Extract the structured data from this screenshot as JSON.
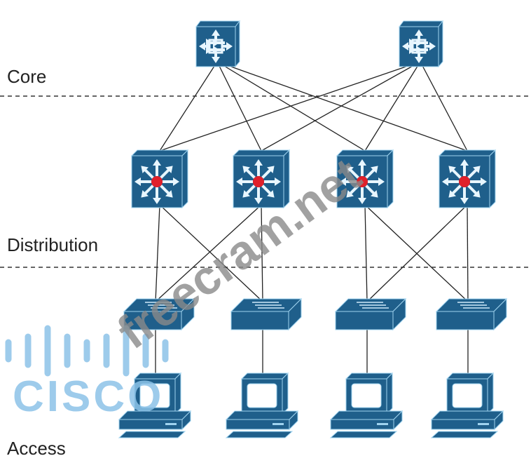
{
  "layers": {
    "core": "Core",
    "distribution": "Distribution",
    "access": "Access"
  },
  "devices": {
    "core_switches": [
      "core-switch-1",
      "core-switch-2"
    ],
    "distribution_switches": [
      "distribution-switch-1",
      "distribution-switch-2",
      "distribution-switch-3",
      "distribution-switch-4"
    ],
    "access_switches": [
      "access-switch-1",
      "access-switch-2",
      "access-switch-3",
      "access-switch-4"
    ],
    "workstations": [
      "pc-1",
      "pc-2",
      "pc-3",
      "pc-4"
    ]
  },
  "watermark": "freecram.net",
  "logo": "CISCO",
  "colors": {
    "device": "#1f5f8b",
    "device_edge": "#9fd3ef",
    "center_dot": "#e0202a",
    "logo": "#8cc3e8",
    "watermark": "#8a8a8a"
  }
}
